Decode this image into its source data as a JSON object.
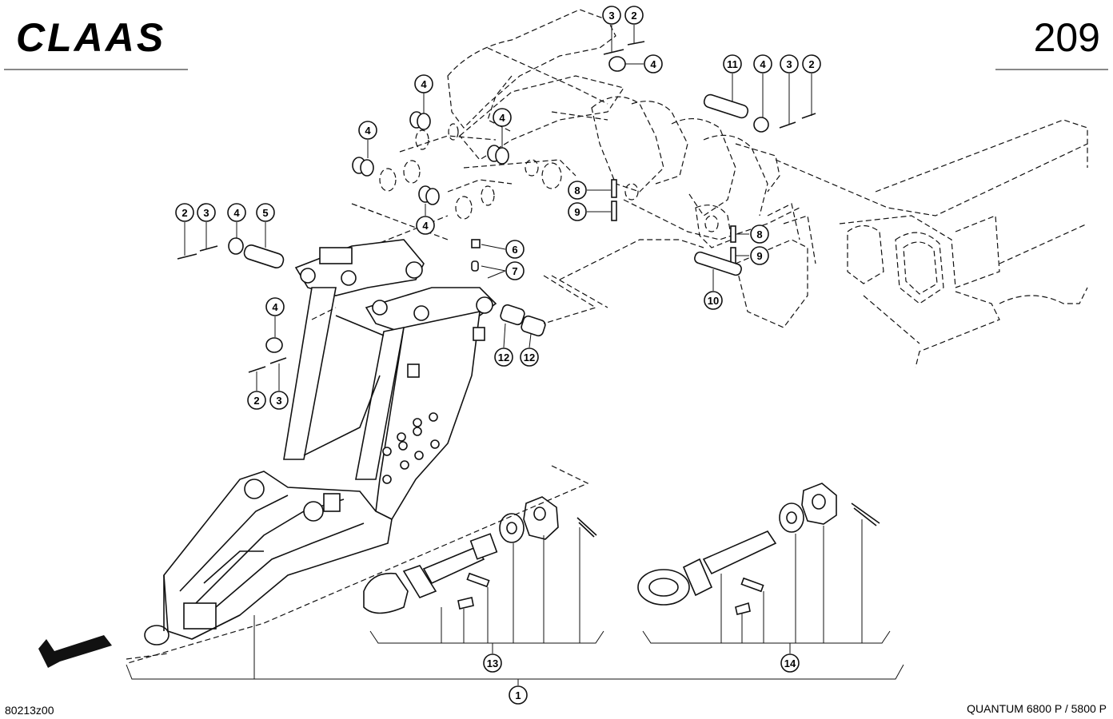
{
  "header": {
    "brand": "CLAAS",
    "page_number": "209"
  },
  "footer": {
    "drawing_code": "80213z00",
    "model": "QUANTUM 6800 P / 5800 P"
  },
  "callouts": [
    {
      "id": "c-3a",
      "label": "3"
    },
    {
      "id": "c-2a",
      "label": "2"
    },
    {
      "id": "c-4a",
      "label": "4"
    },
    {
      "id": "c-11",
      "label": "11"
    },
    {
      "id": "c-4b",
      "label": "4"
    },
    {
      "id": "c-3b",
      "label": "3"
    },
    {
      "id": "c-2b",
      "label": "2"
    },
    {
      "id": "c-4c",
      "label": "4"
    },
    {
      "id": "c-4d",
      "label": "4"
    },
    {
      "id": "c-4e",
      "label": "4"
    },
    {
      "id": "c-4f",
      "label": "4"
    },
    {
      "id": "c-8a",
      "label": "8"
    },
    {
      "id": "c-9a",
      "label": "9"
    },
    {
      "id": "c-2c",
      "label": "2"
    },
    {
      "id": "c-3c",
      "label": "3"
    },
    {
      "id": "c-4g",
      "label": "4"
    },
    {
      "id": "c-5",
      "label": "5"
    },
    {
      "id": "c-8b",
      "label": "8"
    },
    {
      "id": "c-9b",
      "label": "9"
    },
    {
      "id": "c-6",
      "label": "6"
    },
    {
      "id": "c-7",
      "label": "7"
    },
    {
      "id": "c-10",
      "label": "10"
    },
    {
      "id": "c-4h",
      "label": "4"
    },
    {
      "id": "c-12a",
      "label": "12"
    },
    {
      "id": "c-12b",
      "label": "12"
    },
    {
      "id": "c-2d",
      "label": "2"
    },
    {
      "id": "c-3d",
      "label": "3"
    },
    {
      "id": "c-13",
      "label": "13"
    },
    {
      "id": "c-14",
      "label": "14"
    },
    {
      "id": "c-1",
      "label": "1"
    }
  ],
  "icons": {
    "direction_arrow": "arrow-down-left-icon"
  }
}
